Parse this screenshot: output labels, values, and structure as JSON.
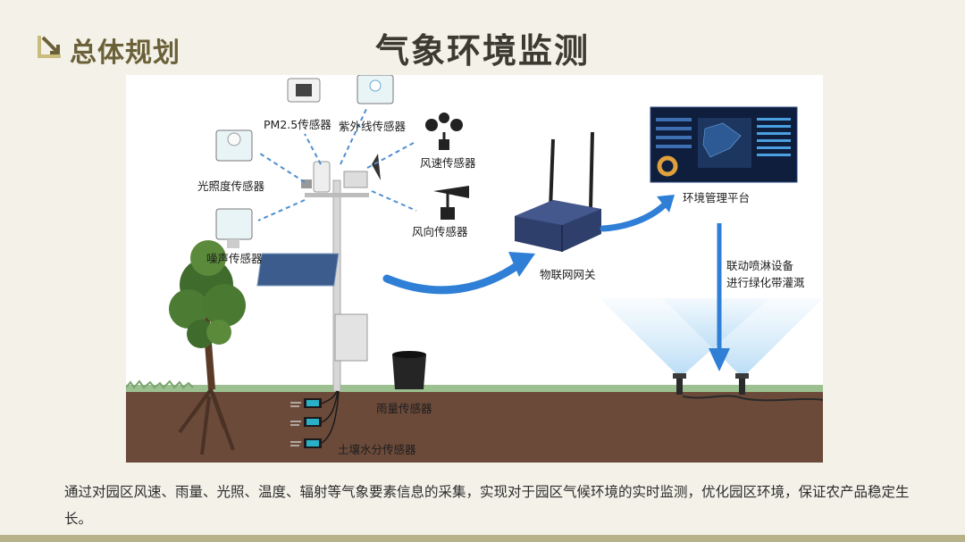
{
  "header": {
    "section_label": "总体规划",
    "icon": "corner-arrow-icon"
  },
  "title": "气象环境监测",
  "diagram": {
    "sensors": {
      "pm25": "PM2.5传感器",
      "uv": "紫外线传感器",
      "wind_speed": "风速传感器",
      "light": "光照度传感器",
      "wind_direction": "风向传感器",
      "noise": "噪声传感器",
      "rain": "雨量传感器",
      "soil": "土壤水分传感器"
    },
    "gateway": "物联网网关",
    "platform": "环境管理平台",
    "irrigation_line1": "联动喷淋设备",
    "irrigation_line2": "进行绿化带灌溉",
    "colors": {
      "accent_blue": "#2f7fd6",
      "dashed_link": "#4f8fd0",
      "soil": "#6b4a3a",
      "grass": "#8fb58a"
    }
  },
  "description": "通过对园区风速、雨量、光照、温度、辐射等气象要素信息的采集，实现对于园区气候环境的实时监测，优化园区环境，保证农产品稳定生长。"
}
